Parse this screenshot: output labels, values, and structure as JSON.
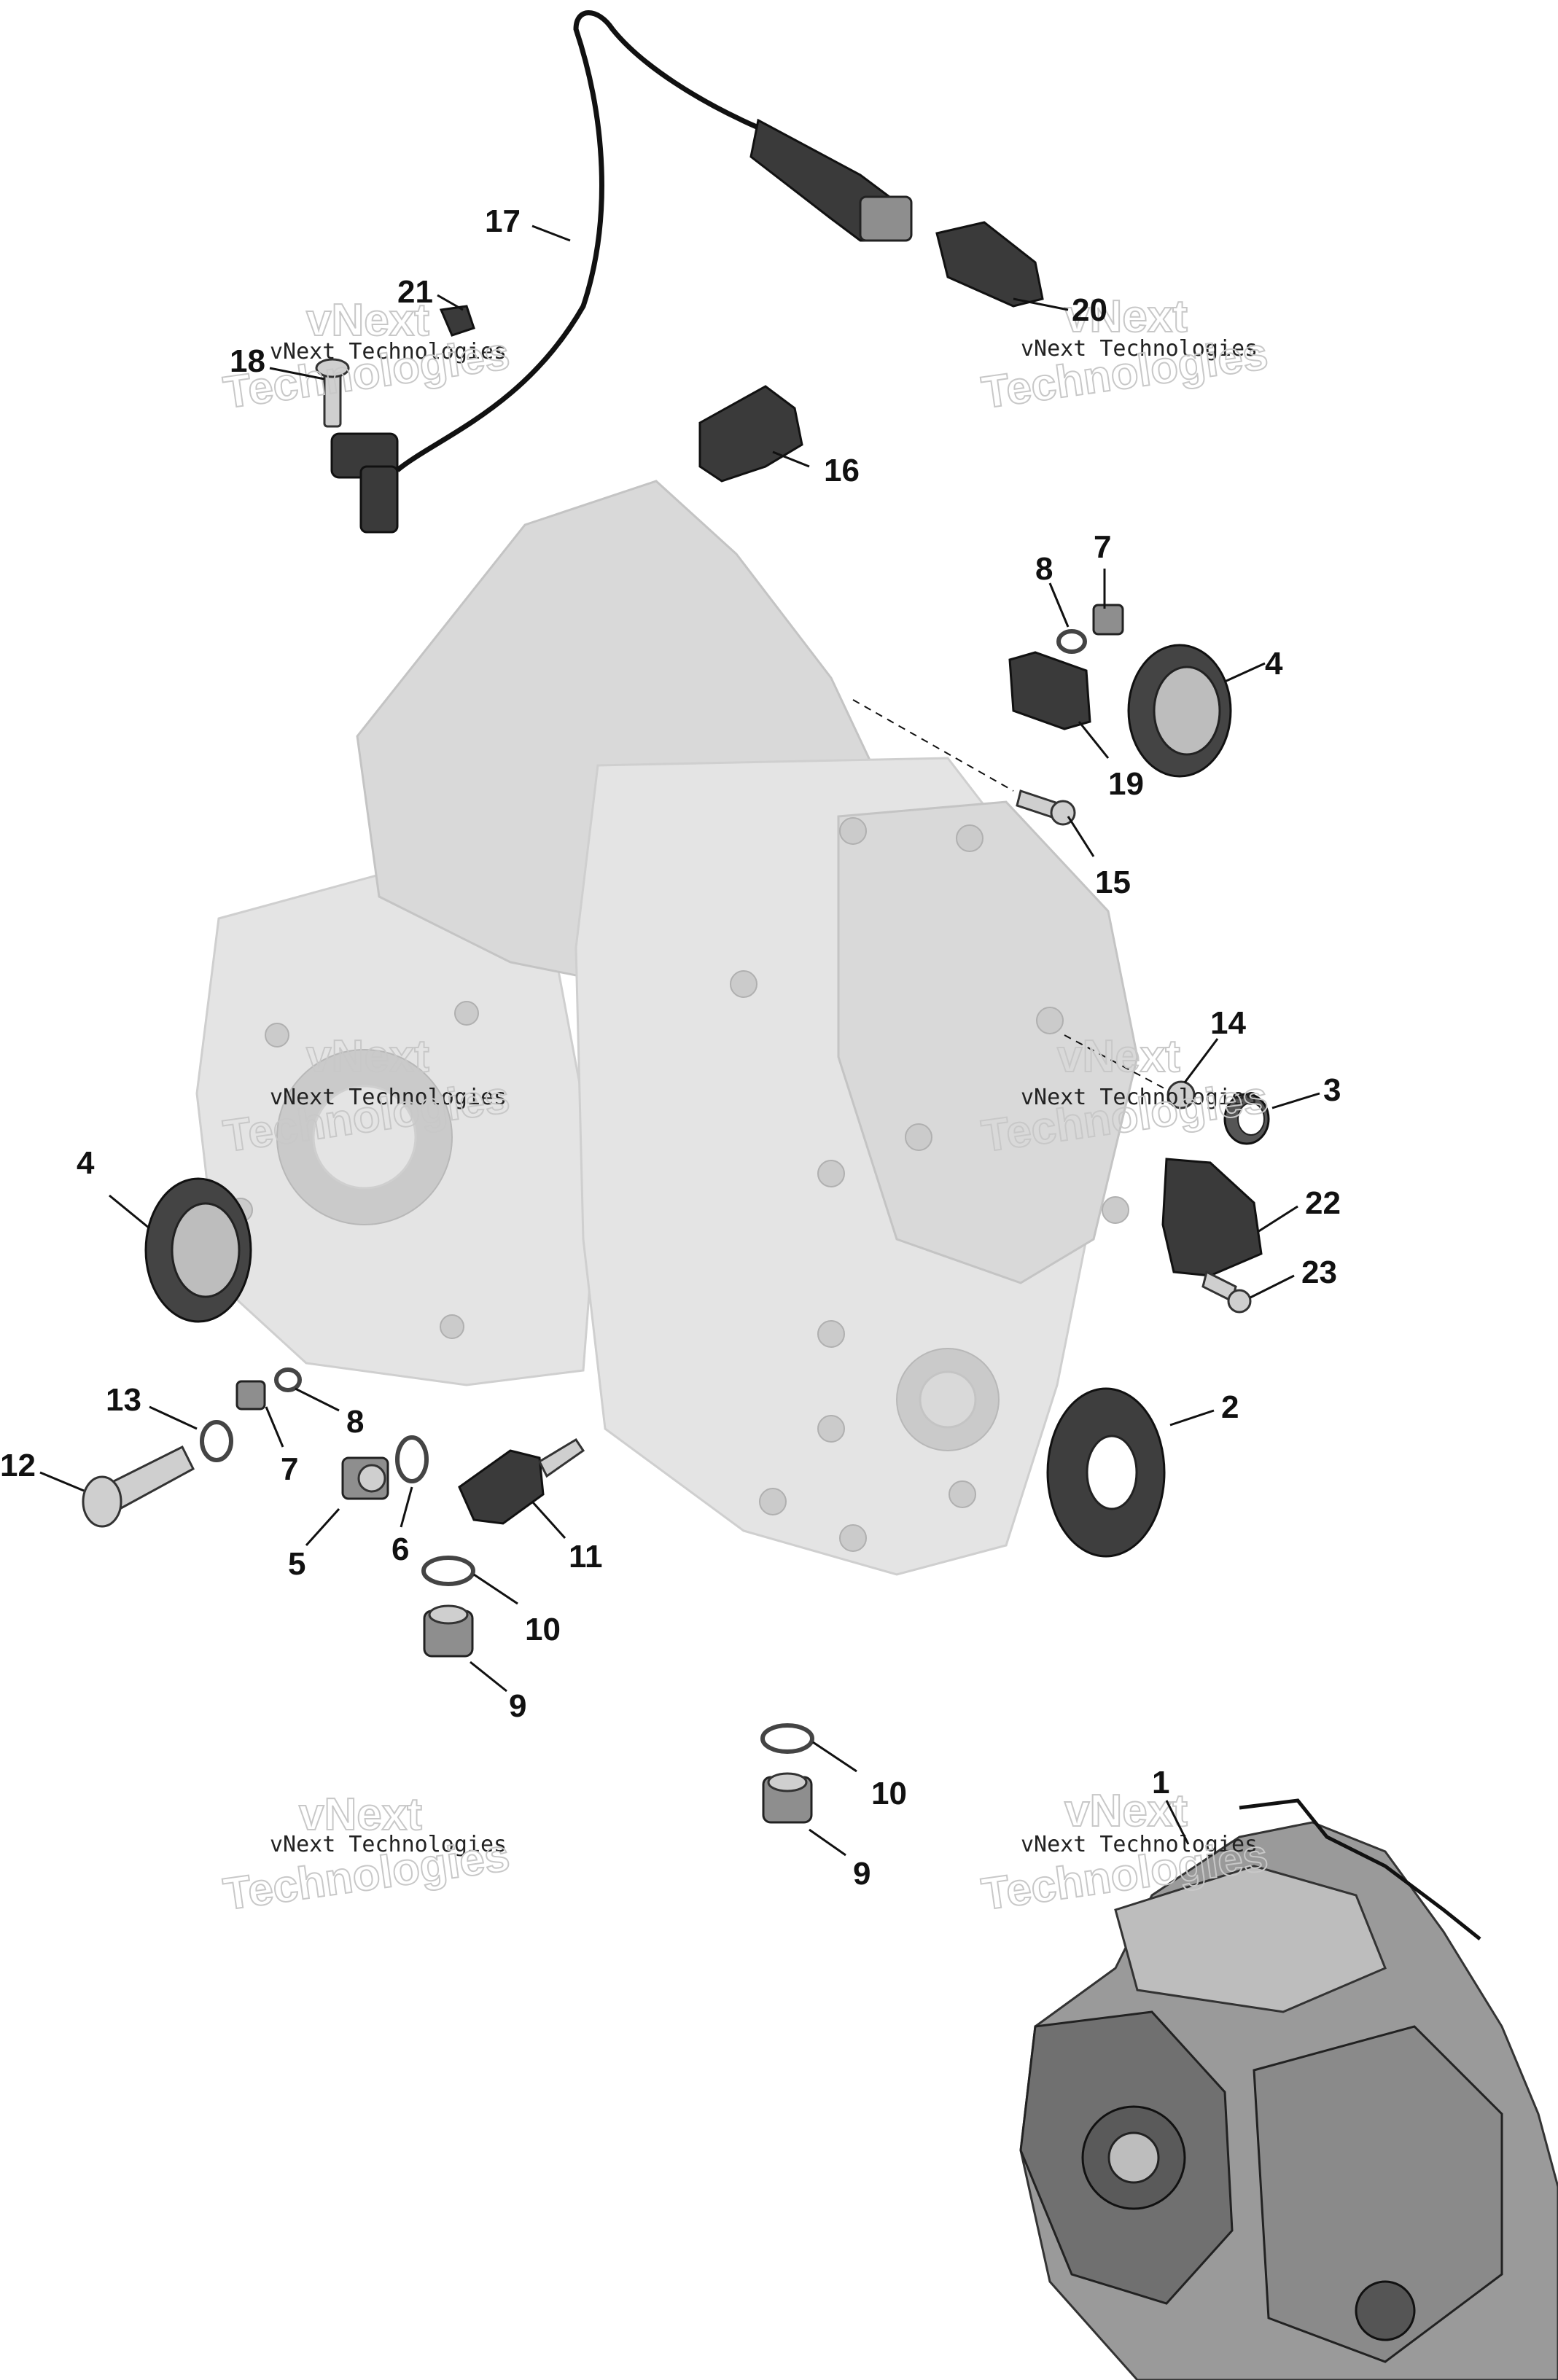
{
  "watermark": {
    "small_text": "vNext Technologies",
    "big_text": "Technologies",
    "brand_text": "vNext"
  },
  "callouts": [
    "17",
    "21",
    "18",
    "20",
    "16",
    "8",
    "7",
    "4",
    "19",
    "15",
    "14",
    "3",
    "4",
    "22",
    "23",
    "2",
    "13",
    "8",
    "12",
    "7",
    "5",
    "6",
    "11",
    "10",
    "9",
    "10",
    "9",
    "1"
  ]
}
